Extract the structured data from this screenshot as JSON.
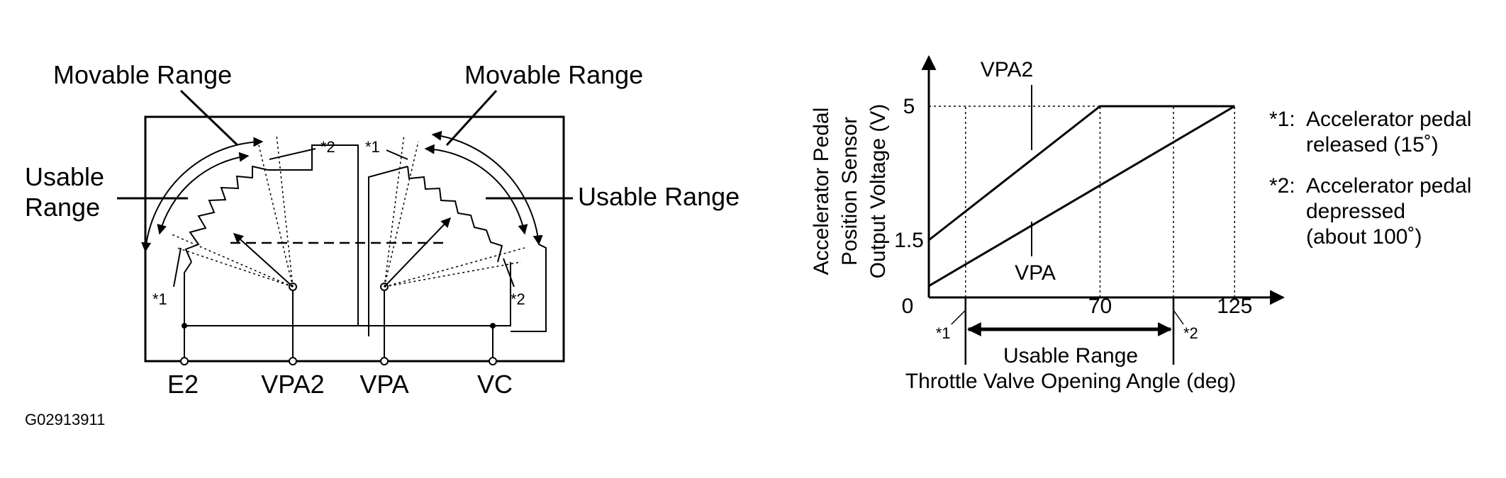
{
  "circuit": {
    "movable_range_left": "Movable Range",
    "movable_range_right": "Movable Range",
    "usable_range_left_line1": "Usable",
    "usable_range_left_line2": "Range",
    "usable_range_right": "Usable Range",
    "star1_left": "*1",
    "star2_left": "*2",
    "star1_right": "*1",
    "star2_right": "*2",
    "terminals": [
      "E2",
      "VPA2",
      "VPA",
      "VC"
    ]
  },
  "figure_id": "G02913911",
  "chart_data": {
    "type": "line",
    "ylabel_line1": "Accelerator Pedal",
    "ylabel_line2": "Position Sensor",
    "ylabel_line3": "Output Voltage (V)",
    "xlabel": "Throttle Valve Opening Angle (deg)",
    "x_ticks": [
      "0",
      "70",
      "125"
    ],
    "y_ticks": [
      "1.5",
      "5"
    ],
    "xlim": [
      0,
      140
    ],
    "ylim": [
      0,
      6
    ],
    "series": [
      {
        "name": "VPA2",
        "x": [
          0,
          70,
          125
        ],
        "y": [
          1.5,
          5,
          5
        ]
      },
      {
        "name": "VPA",
        "x": [
          0,
          125
        ],
        "y": [
          0.3,
          5
        ]
      }
    ],
    "markers": [
      {
        "x": 15,
        "label": "*1"
      },
      {
        "x": 100,
        "label": "*2"
      }
    ],
    "usable_range_label": "Usable Range"
  },
  "notes": {
    "n1_mark": "*1:",
    "n1_line1": "Accelerator pedal",
    "n1_line2": "released (15˚)",
    "n2_mark": "*2:",
    "n2_line1": "Accelerator pedal",
    "n2_line2": "depressed",
    "n2_line3": "(about 100˚)"
  }
}
